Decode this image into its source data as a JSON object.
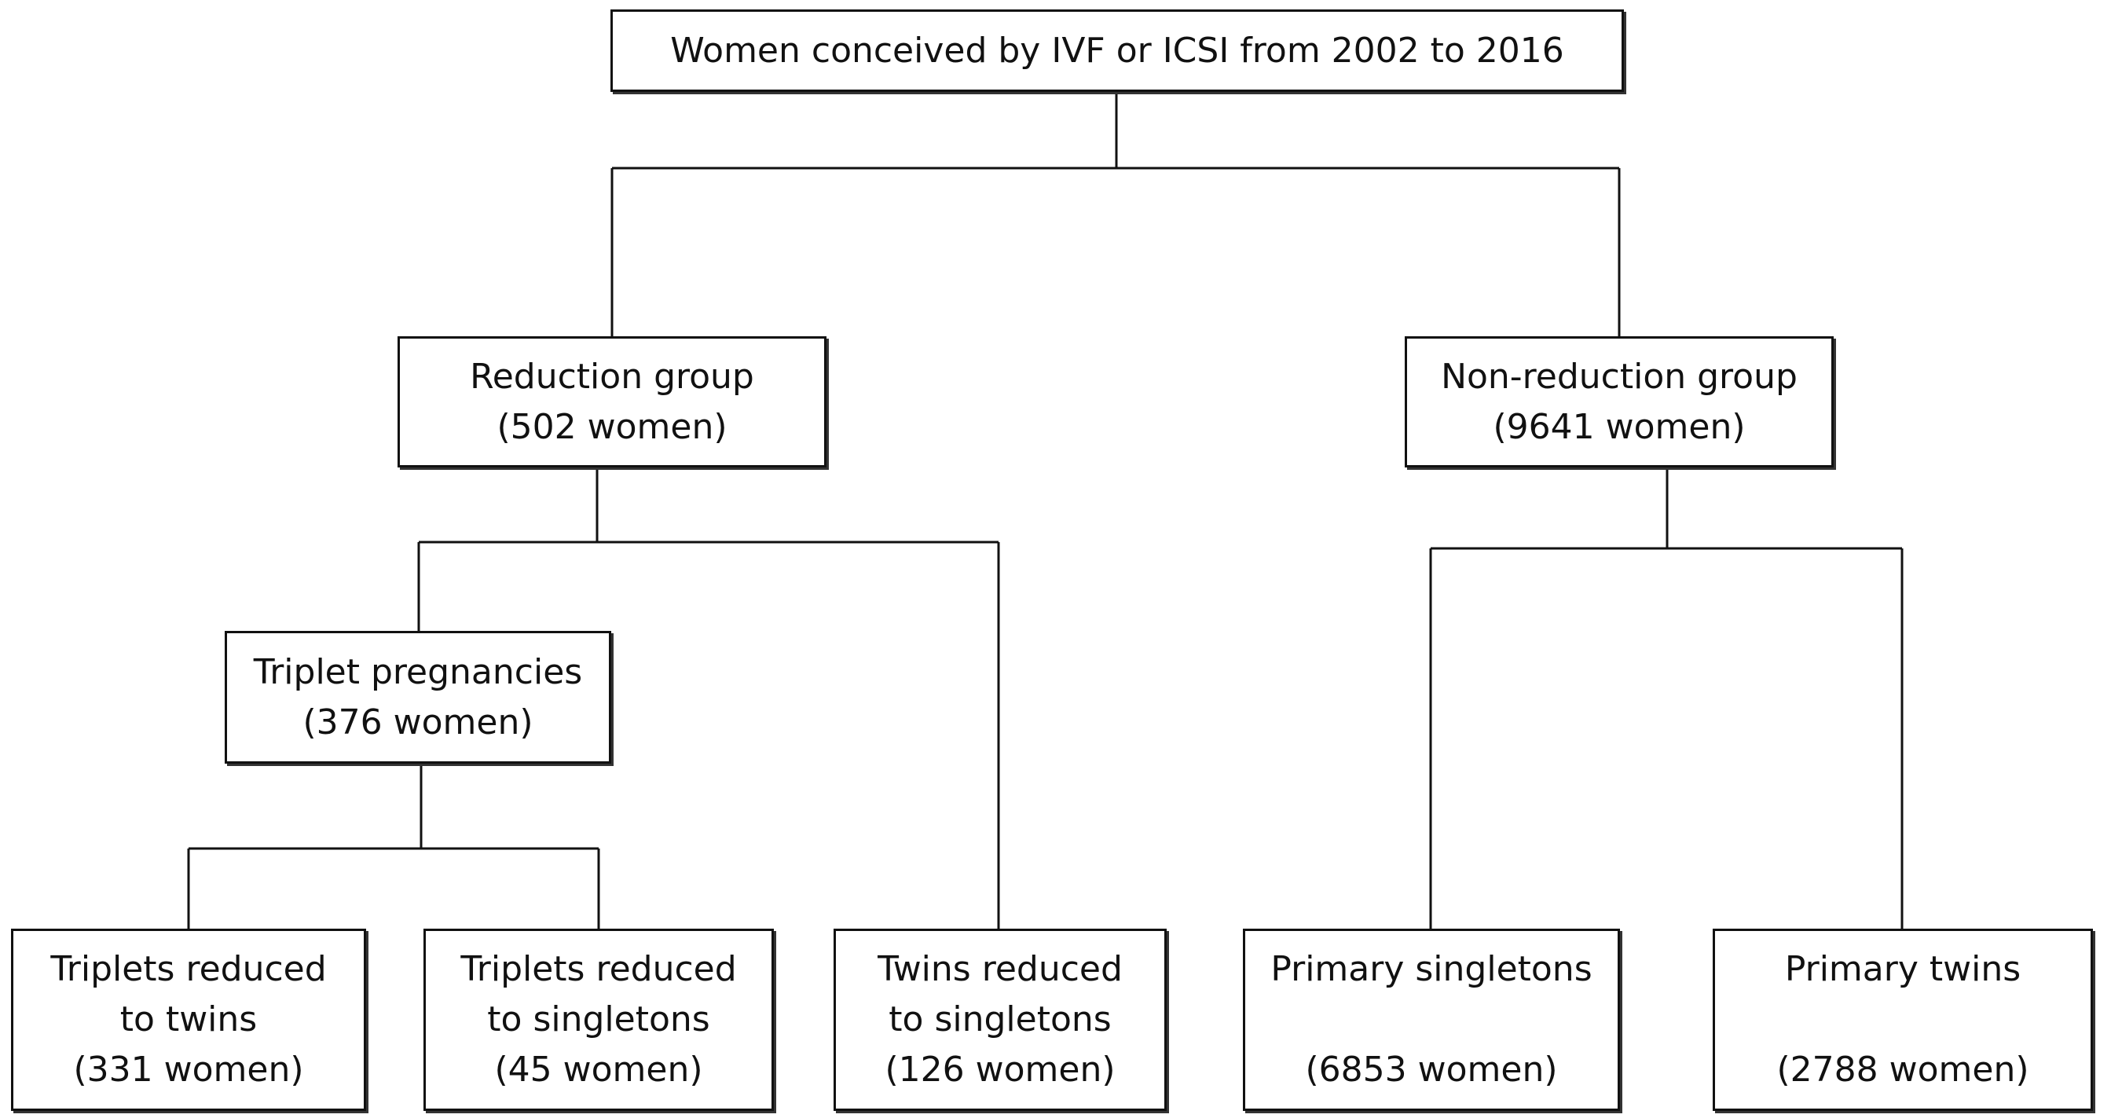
{
  "root": {
    "label": "Women conceived by IVF or ICSI from 2002 to 2016"
  },
  "reduction": {
    "label": "Reduction group",
    "count": "(502 women)"
  },
  "non_reduction": {
    "label": "Non-reduction group",
    "count": "(9641 women)"
  },
  "triplet": {
    "label": "Triplet pregnancies",
    "count": "(376 women)"
  },
  "triplets_to_twins": {
    "line1": "Triplets reduced",
    "line2": "to twins",
    "count": "(331 women)"
  },
  "triplets_to_singletons": {
    "line1": "Triplets reduced",
    "line2": "to singletons",
    "count": "(45 women)"
  },
  "twins_to_singletons": {
    "line1": "Twins reduced",
    "line2": "to singletons",
    "count": "(126 women)"
  },
  "primary_singletons": {
    "label": "Primary singletons",
    "count": "(6853 women)"
  },
  "primary_twins": {
    "label": "Primary twins",
    "count": "(2788 women)"
  }
}
